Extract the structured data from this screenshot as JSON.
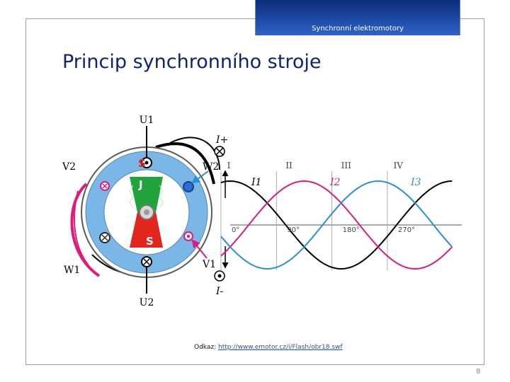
{
  "header": {
    "section_label": "Synchronní elektromotory"
  },
  "slide": {
    "title": "Princip synchronního stroje",
    "source_prefix": "Odkaz:",
    "source_link": "http://www.emotor.cz/i/Flash/obr18.swf",
    "page_number": "8"
  },
  "machine": {
    "labels": {
      "u1": "U1",
      "u2": "U2",
      "v1": "V1",
      "v2": "V2",
      "w1": "W1",
      "w2": "W2",
      "i_plus": "I+",
      "i_minus": "I-",
      "stator_pole": "S",
      "rotor_north": "J",
      "rotor_south": "S"
    },
    "colors": {
      "phase_u": "#000000",
      "phase_v": "#e0197d",
      "phase_w": "#2a8fd6",
      "stator_ring": "#7ab6e6",
      "rotor_north": "#1fa33a",
      "rotor_south": "#e0261d",
      "pole_text": "#e0261d"
    }
  },
  "waveform": {
    "regions": [
      "I",
      "II",
      "III",
      "IV"
    ],
    "angle_labels": [
      "0°",
      "90°",
      "180°",
      "270°"
    ],
    "series": [
      {
        "name": "I1",
        "phase_deg": 0,
        "color": "#000000"
      },
      {
        "name": "I2",
        "phase_deg": -120,
        "color": "#e0197d"
      },
      {
        "name": "I3",
        "phase_deg": 120,
        "color": "#2a8fd6"
      }
    ]
  }
}
